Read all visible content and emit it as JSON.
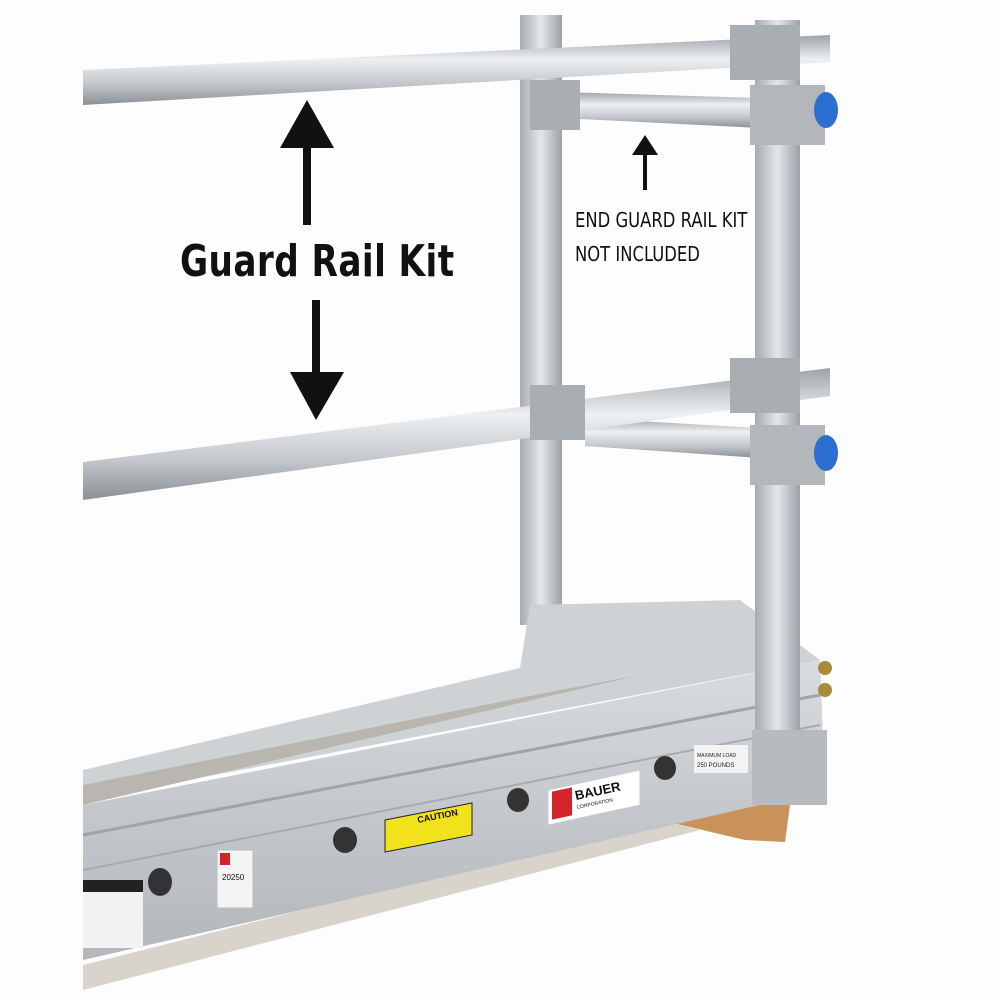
{
  "annotations": {
    "main_label": "Guard Rail Kit",
    "end_kit_line1": "END GUARD RAIL KIT",
    "end_kit_line2": "NOT INCLUDED"
  },
  "product_labels": {
    "brand": "BAUER",
    "brand_sub": "CORPORATION",
    "caution": "CAUTION",
    "model": "20250",
    "max_load_line1": "MAXIMUM LOAD",
    "max_load_line2": "250 POUNDS"
  },
  "colors": {
    "aluminum": "#c9ccd0",
    "brand_red": "#d3242b",
    "caution_yellow": "#f2e21c",
    "plug_blue": "#2d6fd0",
    "wood": "#c8925a"
  }
}
